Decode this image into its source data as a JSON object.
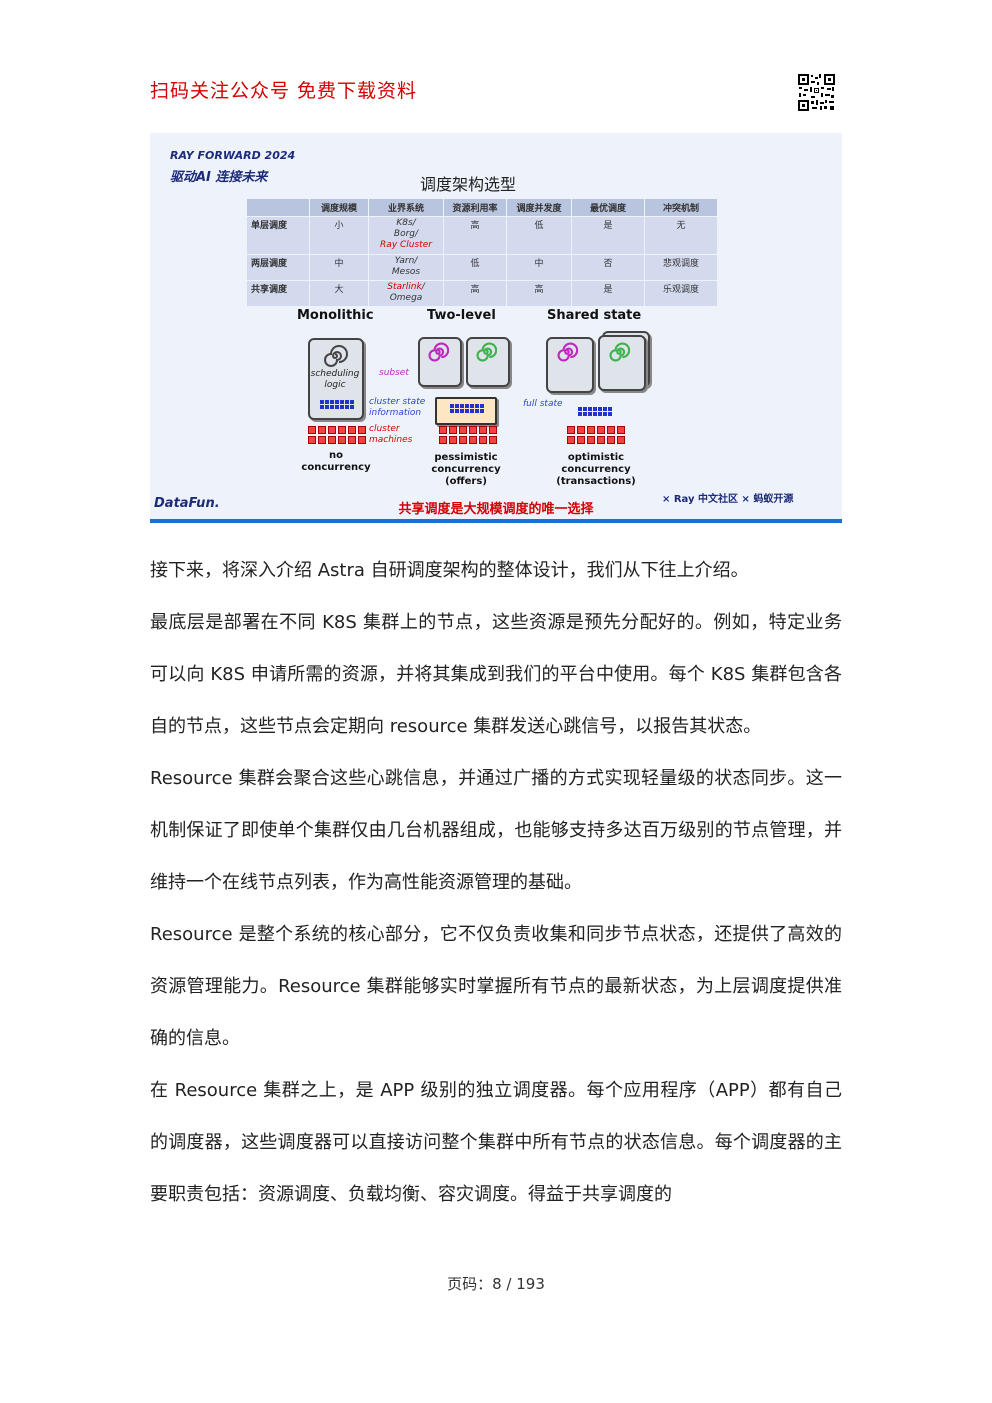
{
  "header": {
    "banner": "扫码关注公众号  免费下载资料",
    "qr_icon": "qr-code-icon"
  },
  "slide": {
    "brand_line1": "RAY FORWARD 2024",
    "brand_line2": "驱动AI 连接未来",
    "title": "调度架构选型",
    "table": {
      "headers": [
        "",
        "调度规模",
        "业界系统",
        "资源利用率",
        "调度并发度",
        "最优调度",
        "冲突机制"
      ],
      "rows": [
        {
          "name": "单层调度",
          "scale": "小",
          "systems_plain": "K8s/\nBorg/",
          "systems_red": "Ray Cluster",
          "systems_tail": "",
          "util": "高",
          "concurrency": "低",
          "optimal": "是",
          "conflict": "无"
        },
        {
          "name": "两层调度",
          "scale": "中",
          "systems_plain": "Yarn/\nMesos",
          "systems_red": "",
          "systems_tail": "",
          "util": "低",
          "concurrency": "中",
          "optimal": "否",
          "conflict": "悲观调度"
        },
        {
          "name": "共享调度",
          "scale": "大",
          "systems_plain": "",
          "systems_red": "Starlink",
          "systems_tail": "/\nOmega",
          "util": "高",
          "concurrency": "高",
          "optimal": "是",
          "conflict": "乐观调度"
        }
      ]
    },
    "diagram": {
      "mono_title": "Monolithic",
      "two_title": "Two-level",
      "shared_title": "Shared state",
      "scheduling_logic": "scheduling\nlogic",
      "subset": "subset",
      "cluster_state": "cluster state\ninformation",
      "cluster_machines": "cluster\nmachines",
      "full_state": "full state",
      "mono_caption": "no\nconcurrency",
      "two_caption": "pessimistic\nconcurrency\n(offers)",
      "shared_caption": "optimistic\nconcurrency\n(transactions)"
    },
    "footer_text": "共享调度是大规模调度的唯一选择",
    "datafun": "DataFun.",
    "logos": "× Ray 中文社区 × 蚂蚁开源",
    "colors": {
      "accent_red": "#d40000",
      "brand_navy": "#1c2b7a",
      "cpu_blue": "#2233cc",
      "spiral_pink": "#c026c0",
      "spiral_green": "#3bb34a"
    }
  },
  "body": {
    "paragraphs": [
      "接下来，将深入介绍 Astra 自研调度架构的整体设计，我们从下往上介绍。",
      "最底层是部署在不同 K8S 集群上的节点，这些资源是预先分配好的。例如，特定业务可以向 K8S 申请所需的资源，并将其集成到我们的平台中使用。每个 K8S 集群包含各自的节点，这些节点会定期向 resource 集群发送心跳信号，以报告其状态。",
      "Resource 集群会聚合这些心跳信息，并通过广播的方式实现轻量级的状态同步。这一机制保证了即使单个集群仅由几台机器组成，也能够支持多达百万级别的节点管理，并维持一个在线节点列表，作为高性能资源管理的基础。",
      "Resource 是整个系统的核心部分，它不仅负责收集和同步节点状态，还提供了高效的资源管理能力。Resource 集群能够实时掌握所有节点的最新状态，为上层调度提供准确的信息。",
      "在 Resource 集群之上，是 APP 级别的独立调度器。每个应用程序（APP）都有自己的调度器，这些调度器可以直接访问整个集群中所有节点的状态信息。每个调度器的主要职责包括：资源调度、负载均衡、容灾调度。得益于共享调度的"
    ]
  },
  "footer": {
    "page_label": "页码：8 / 193"
  }
}
